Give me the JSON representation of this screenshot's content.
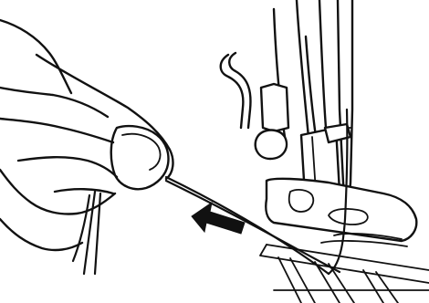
{
  "illustration": {
    "elements": [
      "hand-holding-threads",
      "presser-foot",
      "needle",
      "presser-bar",
      "feed-dogs",
      "upper-thread",
      "bobbin-thread",
      "direction-arrow"
    ],
    "arrow_direction": "left",
    "colors": {
      "line": "#111111",
      "background": "#ffffff"
    }
  }
}
